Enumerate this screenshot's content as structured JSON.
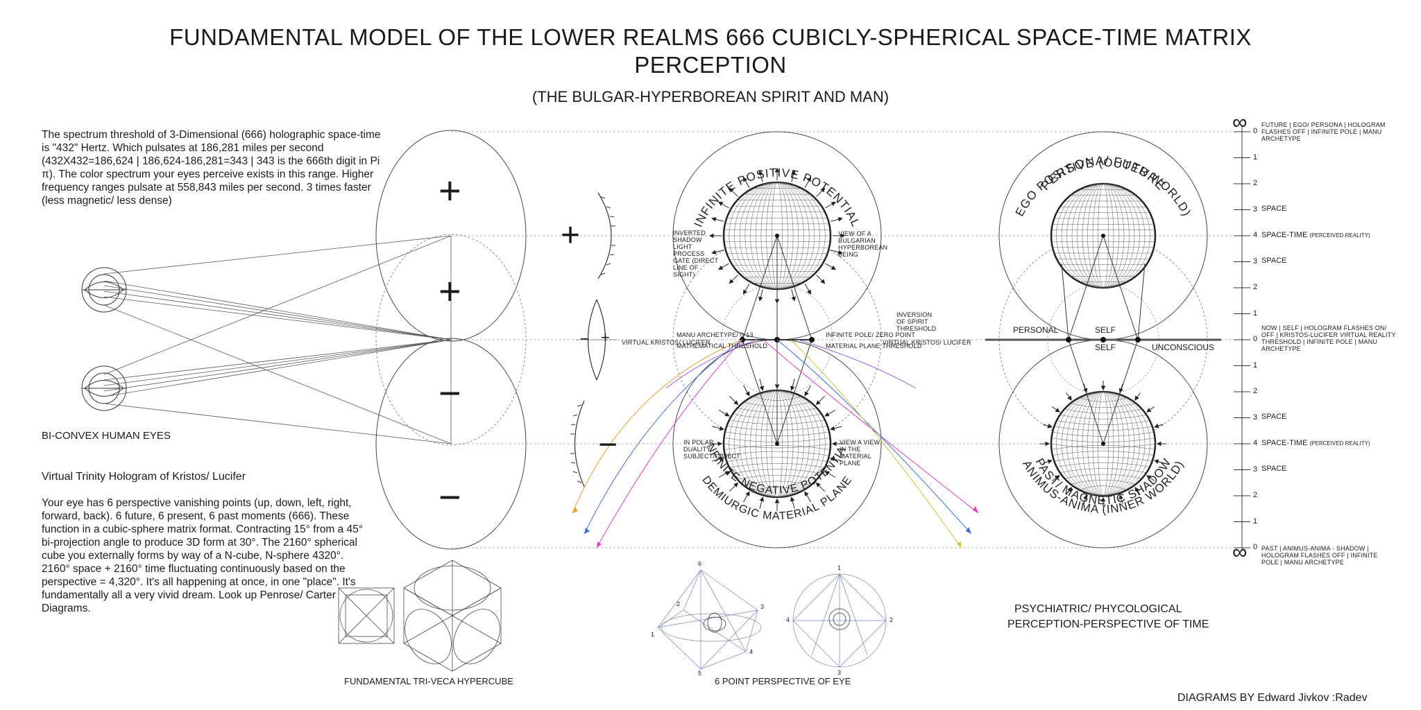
{
  "header": {
    "title_line1": "FUNDAMENTAL MODEL OF THE LOWER REALMS 666 CUBICLY-SPHERICAL SPACE-TIME MATRIX",
    "title_line2": "PERCEPTION",
    "subtitle": "(THE BULGAR-HYPERBOREAN SPIRIT AND MAN)"
  },
  "left_text": {
    "spectrum_paragraph": "The spectrum threshold of 3-Dimensional (666) holographic space-time is \"432\" Hertz. Which pulsates at 186,281 miles per second (432X432=186,624 | 186,624-186,281=343 | 343 is the 666th digit in Pi π). The color spectrum your eyes perceive exists in this range. Higher frequency ranges pulsate at 558,843 miles per second. 3 times faster (less magnetic/ less dense)",
    "eyes_label": "BI-CONVEX HUMAN EYES",
    "trinity_heading": "Virtual Trinity Hologram of Kristos/ Lucifer",
    "vanishing_paragraph": "Your eye has 6 perspective vanishing points (up, down, left, right, forward, back). 6 future, 6 present, 6 past moments (666). These function in a cubic-sphere matrix format. Contracting 15° from a 45° bi-projection angle to produce 3D form at 30°. The 2160° spherical cube you externally forms by way of a N-cube, N-sphere 4320°. 2160° space + 2160° time fluctuating continuously based on the perspective = 4,320°. It's all happening at once, in one \"place\". It's fundamentally all a very vivid dream. Look up Penrose/ Carter Diagrams."
  },
  "symbols": {
    "plus": "+",
    "minus": "−"
  },
  "center_diagram": {
    "arc_top": "INFINITE POSITIVE POTENTIAL",
    "arc_bottom_1": "INFINITE NEGATIVE POTENTIAL",
    "arc_bottom_2": "DEMIURGIC MATERIAL PLANE",
    "note_inverted": "INVERTED SHADOW LIGHT PROCESS GATE (DIRECT LINE OF SIGHT)",
    "note_view": "VIEW OF A BULGARIAN HYPERBOREAN BEING",
    "note_inversion": "INVERSION OF SPIRIT THRESHOLD",
    "note_manu": "MANU ARCHETYPE/ 0-13",
    "note_math": "MATHEMATICAL THRESHOLD",
    "note_zero": "INFINITE POLE/ ZERO POINT",
    "note_material": "MATERIAL PLANE THRESHOLD",
    "note_vk_left": "VIRTUAL KRISTOS/ LUCIFER",
    "note_vk_right": "VIRTUAL KRISTOS/ LUCIFER",
    "note_polar": "IN POLAR DUALITY SUBJECT/OBJECT",
    "note_view_material": "VIEW A VIEW IN THE MATERIAL PLANE"
  },
  "right_diagram": {
    "arc_top_1": "PERSONA/ FUTURE",
    "arc_top_2": "EGO POSITIVE (OUTER WORLD)",
    "arc_bottom_1": "PAST/ MAGNETIC SHADOW",
    "arc_bottom_2": "ANIMUS-ANIMA (INNER WORLD)",
    "personal": "PERSONAL",
    "self_top": "SELF",
    "self_bottom": "SELF",
    "unconscious": "UNCONSCIOUS"
  },
  "scale": {
    "infinity_top": "∞",
    "infinity_bottom": "∞",
    "ticks": [
      "0",
      "1",
      "2",
      "3",
      "4",
      "3",
      "2",
      "1",
      "0",
      "1",
      "2",
      "3",
      "4",
      "3",
      "2",
      "1",
      "0"
    ],
    "labels": {
      "future": "FUTURE | EGO/ PERSONA | HOLOGRAM FLASHES OFF | INFINITE POLE | MANU ARCHETYPE",
      "space": "SPACE",
      "spacetime": "SPACE-TIME",
      "perceived": "(PERCEIVED REALITY)",
      "now": "NOW | SELF | HOLOGRAM FLASHES ON/ OFF | KRISTOS-LUCIFER VIRTUAL REALITY THRESHOLD | INFINITE POLE | MANU ARCHETYPE",
      "past": "PAST | ANIMUS-ANIMA - SHADOW | HOLOGRAM FLASHES OFF | INFINITE POLE | MANU ARCHETYPE"
    }
  },
  "captions": {
    "hypercube": "FUNDAMENTAL TRI-VECA HYPERCUBE",
    "eye_perspective": "6 POINT PERSPECTIVE OF EYE",
    "psych_1": "PSYCHIATRIC/ PHYCOLOGICAL",
    "psych_2": "PERCEPTION-PERSPECTIVE OF TIME",
    "credit": "DIAGRAMS BY Edward Jivkov :Radev"
  },
  "perspective_numbers": {
    "left_hex": [
      "6",
      "3",
      "4",
      "5",
      "1",
      "2"
    ],
    "right_circle": [
      "1",
      "2",
      "3",
      "4"
    ]
  },
  "colors": {
    "ray_magenta": "#e040c8",
    "ray_blue": "#3a6fd8",
    "ray_orange": "#e8a030",
    "ray_yellow": "#d6c040",
    "ray_violet": "#a060e0",
    "line": "#333333",
    "dashed": "#888888"
  }
}
